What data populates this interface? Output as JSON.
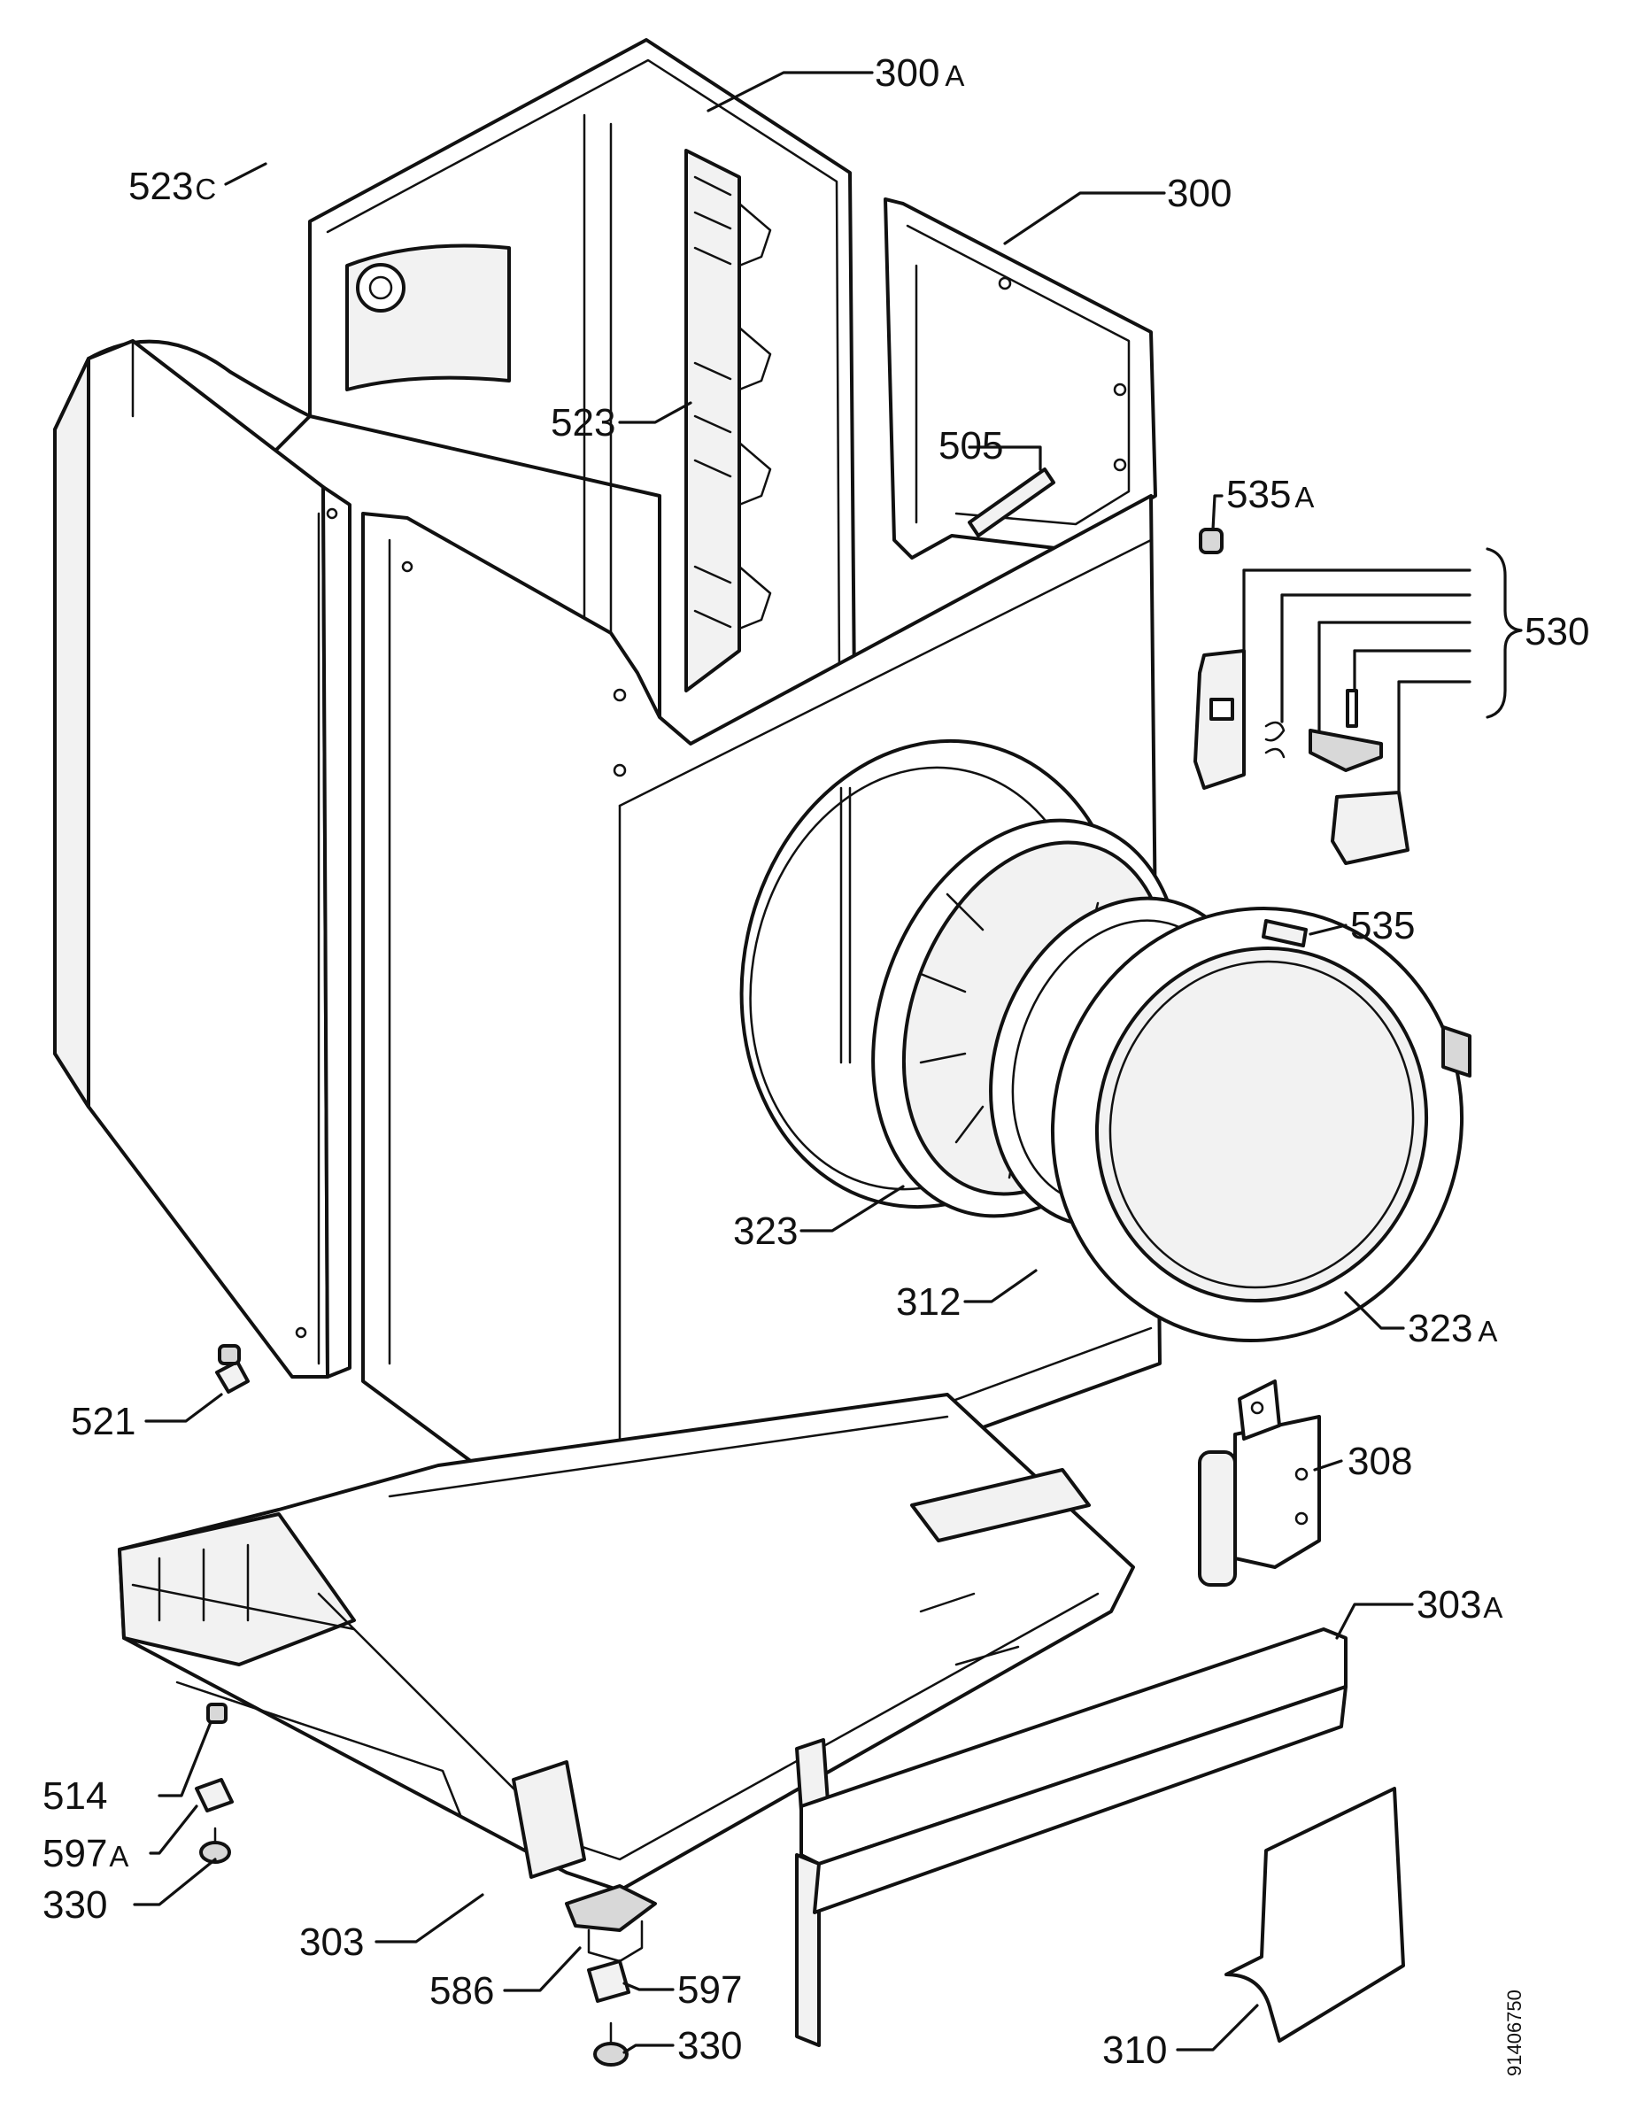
{
  "diagram": {
    "document_number": "91406750",
    "labels": [
      {
        "id": "300A",
        "num": "300",
        "suffix": "A"
      },
      {
        "id": "523C",
        "num": "523",
        "suffix": "C"
      },
      {
        "id": "300",
        "num": "300",
        "suffix": ""
      },
      {
        "id": "523",
        "num": "523",
        "suffix": ""
      },
      {
        "id": "505",
        "num": "505",
        "suffix": ""
      },
      {
        "id": "535A",
        "num": "535",
        "suffix": "A"
      },
      {
        "id": "530",
        "num": "530",
        "suffix": ""
      },
      {
        "id": "535",
        "num": "535",
        "suffix": ""
      },
      {
        "id": "323",
        "num": "323",
        "suffix": ""
      },
      {
        "id": "312",
        "num": "312",
        "suffix": ""
      },
      {
        "id": "323A",
        "num": "323",
        "suffix": "A"
      },
      {
        "id": "521",
        "num": "521",
        "suffix": ""
      },
      {
        "id": "308",
        "num": "308",
        "suffix": ""
      },
      {
        "id": "303A",
        "num": "303",
        "suffix": "A"
      },
      {
        "id": "514",
        "num": "514",
        "suffix": ""
      },
      {
        "id": "597A",
        "num": "597",
        "suffix": "A"
      },
      {
        "id": "330a",
        "num": "330",
        "suffix": ""
      },
      {
        "id": "303",
        "num": "303",
        "suffix": ""
      },
      {
        "id": "586",
        "num": "586",
        "suffix": ""
      },
      {
        "id": "597",
        "num": "597",
        "suffix": ""
      },
      {
        "id": "330b",
        "num": "330",
        "suffix": ""
      },
      {
        "id": "310",
        "num": "310",
        "suffix": ""
      }
    ]
  }
}
